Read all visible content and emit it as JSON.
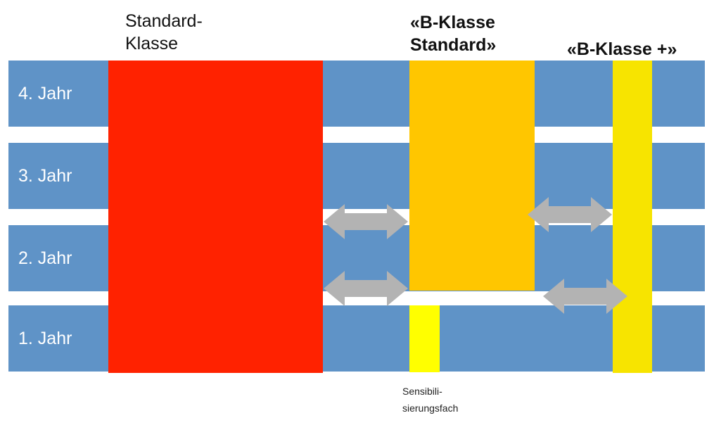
{
  "rows": [
    {
      "label": "4. Jahr"
    },
    {
      "label": "3. Jahr"
    },
    {
      "label": "2. Jahr"
    },
    {
      "label": "1. Jahr"
    }
  ],
  "tracks": {
    "standard": {
      "line1": "Standard-",
      "line2": "Klasse",
      "color": "#ff2200"
    },
    "b_standard": {
      "line1": "«B-Klasse",
      "line2": "Standard»",
      "color": "#ffc600"
    },
    "b_plus": {
      "label": "«B-Klasse +»",
      "color": "#f7e400"
    },
    "sensibilisierung": {
      "line1": "Sensibili-",
      "line2": "sierungsfach",
      "color": "#ffff00"
    }
  },
  "colors": {
    "row": "#5f93c7",
    "arrow": "#b3b3b3"
  }
}
